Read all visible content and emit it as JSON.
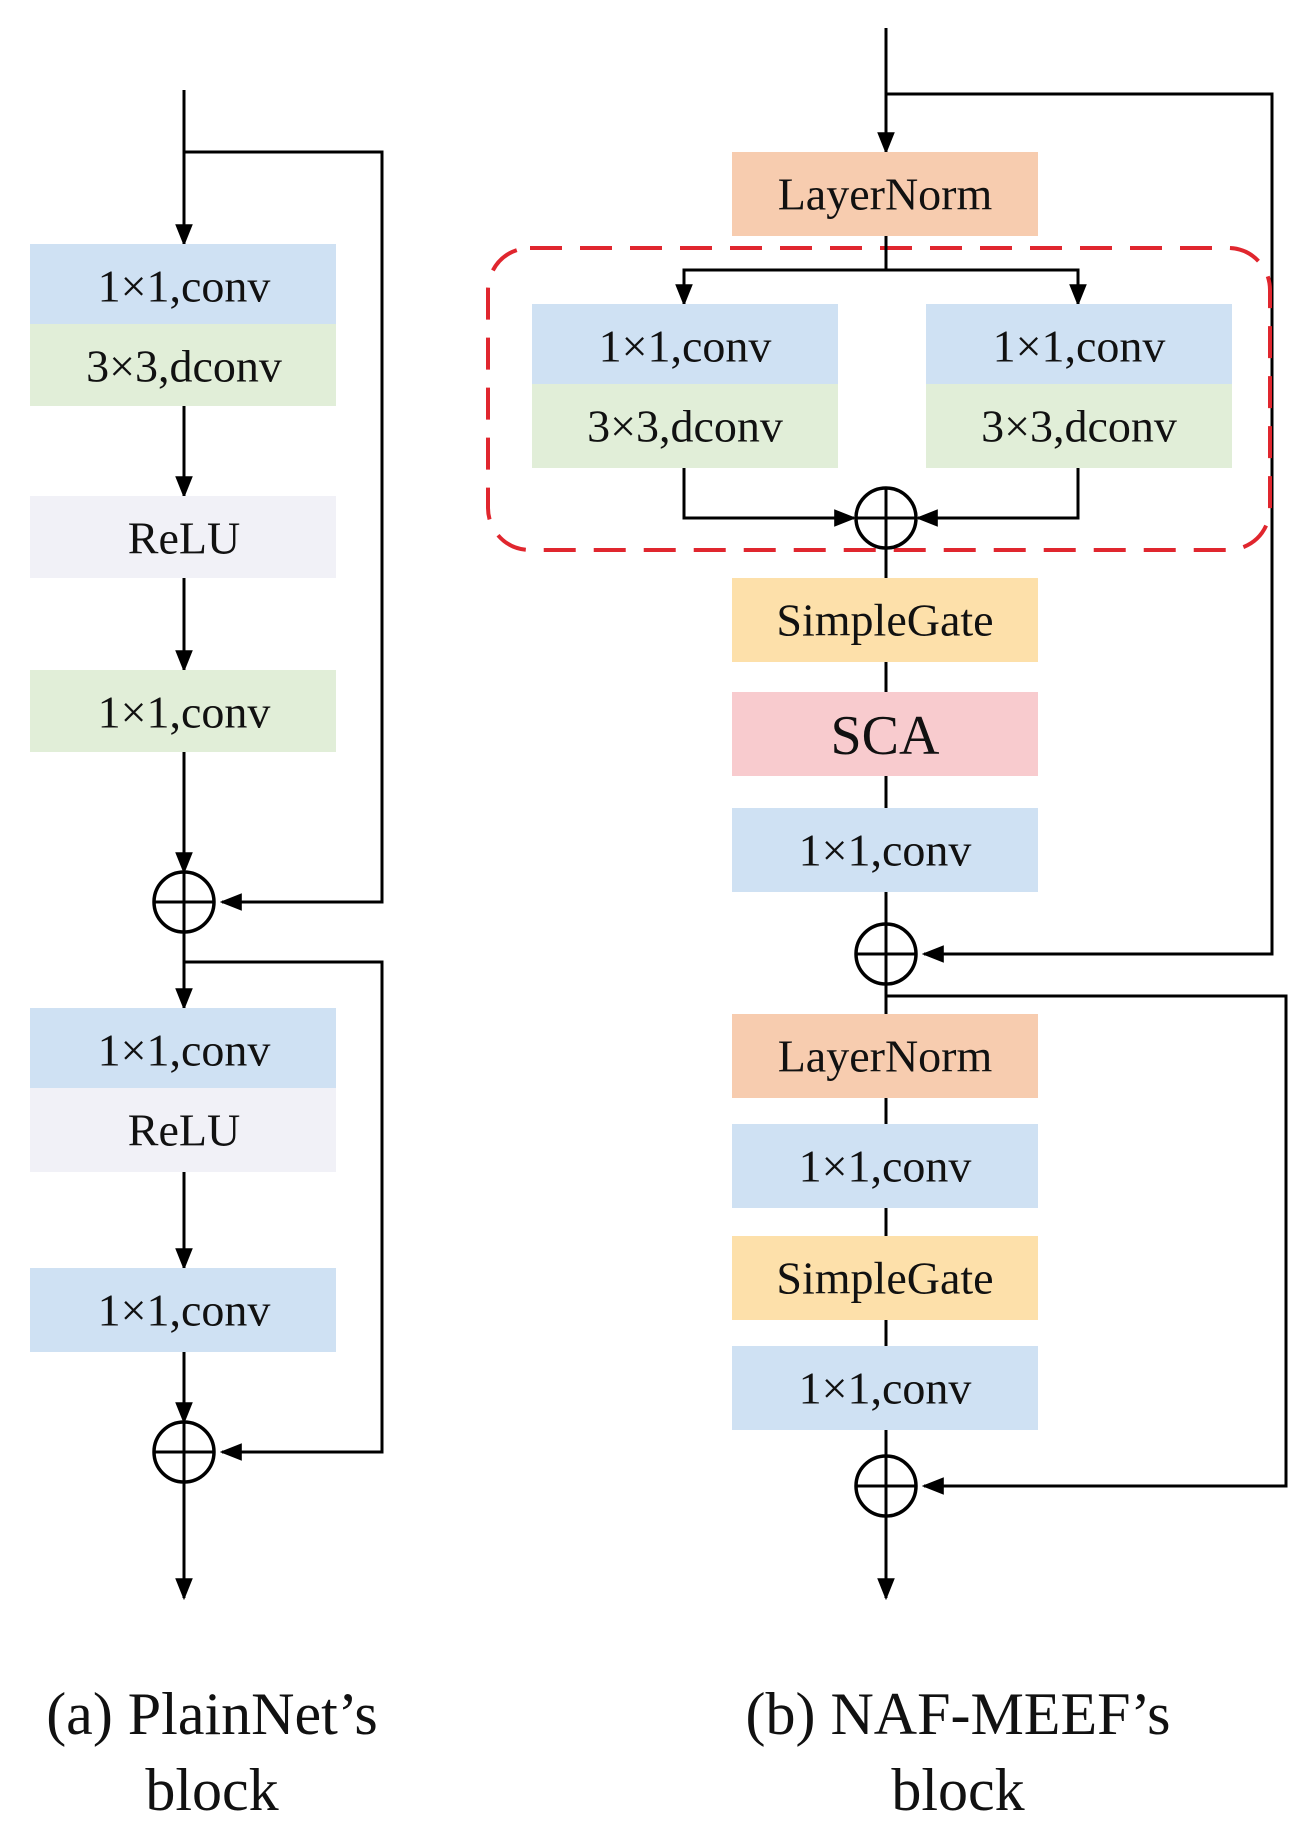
{
  "colors": {
    "conv_blue": "#cfe1f3",
    "conv_green": "#e1eed8",
    "relu": "#f1f1f7",
    "layernorm": "#f7ccaf",
    "simplegate": "#fde0aa",
    "sca": "#f8cbce",
    "dashed_region": "#e0262e"
  },
  "plainnet": {
    "conv1": "1×1,conv",
    "dconv": "3×3,dconv",
    "relu1": "ReLU",
    "conv2": "1×1,conv",
    "conv3": "1×1,conv",
    "relu2": "ReLU",
    "conv4": "1×1,conv",
    "caption_line1": "(a) PlainNet’s",
    "caption_line2": "block"
  },
  "nafmeef": {
    "layernorm1": "LayerNorm",
    "branch_left_conv": "1×1,conv",
    "branch_left_dconv": "3×3,dconv",
    "branch_right_conv": "1×1,conv",
    "branch_right_dconv": "3×3,dconv",
    "simplegate1": "SimpleGate",
    "sca": "SCA",
    "conv_after_sca": "1×1,conv",
    "layernorm2": "LayerNorm",
    "conv_ffn1": "1×1,conv",
    "simplegate2": "SimpleGate",
    "conv_ffn2": "1×1,conv",
    "caption_line1": "(b) NAF-MEEF’s",
    "caption_line2": "block"
  }
}
